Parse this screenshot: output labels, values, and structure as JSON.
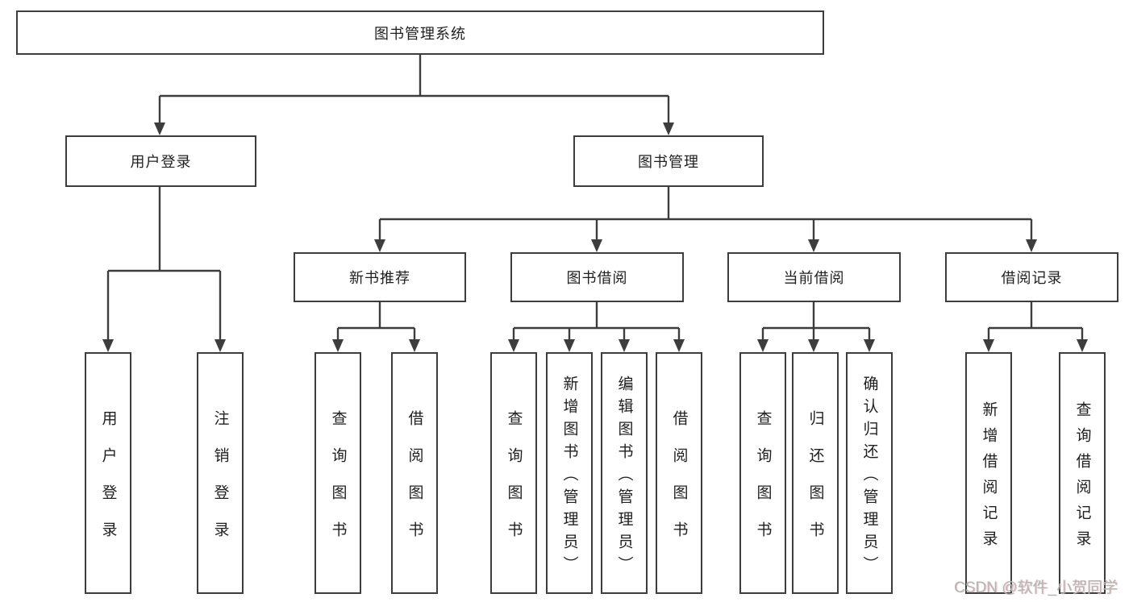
{
  "tree": {
    "root_label": "图书管理系统",
    "login": {
      "label": "用户登录",
      "children": [
        {
          "label": "用户登录"
        },
        {
          "label": "注销登录"
        }
      ]
    },
    "management": {
      "label": "图书管理",
      "sections": [
        {
          "label": "新书推荐",
          "children": [
            {
              "label": "查询图书"
            },
            {
              "label": "借阅图书"
            }
          ]
        },
        {
          "label": "图书借阅",
          "children": [
            {
              "label": "查询图书"
            },
            {
              "label": "新增图书（管理员）"
            },
            {
              "label": "编辑图书（管理员）"
            },
            {
              "label": "借阅图书"
            }
          ]
        },
        {
          "label": "当前借阅",
          "children": [
            {
              "label": "查询图书"
            },
            {
              "label": "归还图书"
            },
            {
              "label": "确认归还（管理员）"
            }
          ]
        },
        {
          "label": "借阅记录",
          "children": [
            {
              "label": "新增借阅记录"
            },
            {
              "label": "查询借阅记录"
            }
          ]
        }
      ]
    }
  },
  "watermark": "CSDN @软件_小贺同学",
  "colors": {
    "line": "#3d3d3d",
    "text": "#1f1f1f",
    "watermark": "#b6b6b6"
  }
}
